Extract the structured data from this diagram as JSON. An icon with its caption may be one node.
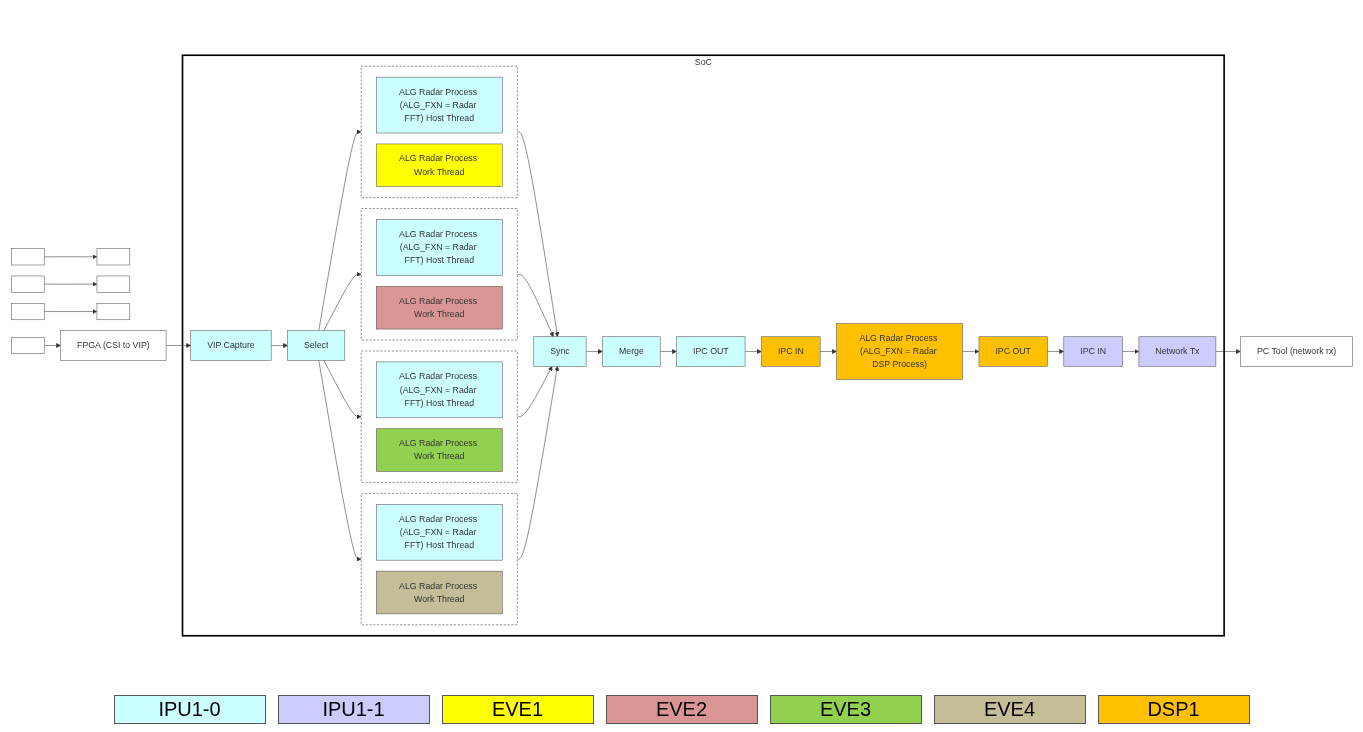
{
  "diagram": {
    "nodes": [
      {
        "text": [
          "SoC"
        ]
      },
      {
        "text": [],
        "shape": "box"
      },
      {
        "text": [],
        "shape": "box"
      },
      {
        "text": [],
        "shape": "box"
      },
      {
        "text": [],
        "shape": "box"
      },
      {
        "text": [],
        "shape": "box"
      },
      {
        "text": [],
        "shape": "box"
      },
      {
        "text": [],
        "shape": "box"
      },
      {
        "text": [
          "FPGA (CSI to VIP)"
        ]
      },
      {
        "text": [
          "VIP Capture"
        ],
        "in": 0
      },
      {
        "text": [
          "Select"
        ],
        "in": 0
      },
      {
        "text": [],
        "shape": "box",
        "in": 0
      },
      {
        "text": [
          "ALG Radar Process (ALG_FXN = Radar FFT) Host Thread"
        ],
        "in": 11
      },
      {
        "text": [
          "ALG Radar Process Work Thread"
        ],
        "in": 11
      },
      {
        "text": [],
        "shape": "box",
        "in": 0
      },
      {
        "text": [
          "ALG Radar Process (ALG_FXN = Radar FFT) Host Thread"
        ],
        "in": 14
      },
      {
        "text": [
          "ALG Radar Process Work Thread"
        ],
        "in": 14
      },
      {
        "text": [],
        "shape": "box",
        "in": 0
      },
      {
        "text": [
          "ALG Radar Process (ALG_FXN = Radar FFT) Host Thread"
        ],
        "in": 17
      },
      {
        "text": [
          "ALG Radar Process Work Thread"
        ],
        "in": 17
      },
      {
        "text": [],
        "shape": "box",
        "in": 0
      },
      {
        "text": [
          "ALG Radar Process (ALG_FXN = Radar FFT) Host Thread"
        ],
        "in": 20
      },
      {
        "text": [
          "ALG Radar Process Work Thread"
        ],
        "in": 20
      },
      {
        "text": [
          "Sync"
        ],
        "in": 0
      },
      {
        "text": [
          "Merge"
        ],
        "in": 0
      },
      {
        "text": [
          "IPC OUT"
        ],
        "in": 0
      },
      {
        "text": [
          "IPC IN"
        ],
        "in": 0
      },
      {
        "text": [
          "ALG Radar Process (ALG_FXN = Radar DSP Process)"
        ],
        "in": 0
      },
      {
        "text": [
          "IPC OUT"
        ],
        "in": 0
      },
      {
        "text": [
          "IPC IN"
        ],
        "in": 0
      },
      {
        "text": [
          "Network Tx"
        ],
        "in": 0
      },
      {
        "text": [
          "PC Tool (network rx)"
        ]
      }
    ],
    "edges": [
      {
        "from": 1,
        "to": 5,
        "arrow": "to"
      },
      {
        "from": 2,
        "to": 6,
        "arrow": "to"
      },
      {
        "from": 3,
        "to": 7,
        "arrow": "to"
      },
      {
        "from": 4,
        "to": 8,
        "arrow": "to"
      },
      {
        "from": 8,
        "to": 9,
        "arrow": "to"
      },
      {
        "from": 9,
        "to": 10,
        "arrow": "to"
      },
      {
        "from": 10,
        "to": 11,
        "arrow": "to"
      },
      {
        "from": 10,
        "to": 14,
        "arrow": "to"
      },
      {
        "from": 10,
        "to": 17,
        "arrow": "to"
      },
      {
        "from": 10,
        "to": 20,
        "arrow": "to"
      },
      {
        "from": 11,
        "to": 23,
        "arrow": "to"
      },
      {
        "from": 14,
        "to": 23,
        "arrow": "to"
      },
      {
        "from": 17,
        "to": 23,
        "arrow": "to"
      },
      {
        "from": 20,
        "to": 23,
        "arrow": "to"
      },
      {
        "from": 23,
        "to": 24,
        "arrow": "to"
      },
      {
        "from": 24,
        "to": 25,
        "arrow": "to"
      },
      {
        "from": 25,
        "to": 26,
        "arrow": "to"
      },
      {
        "from": 26,
        "to": 27,
        "arrow": "to"
      },
      {
        "from": 27,
        "to": 28,
        "arrow": "to"
      },
      {
        "from": 28,
        "to": 29,
        "arrow": "to"
      },
      {
        "from": 29,
        "to": 30,
        "arrow": "to"
      },
      {
        "from": 30,
        "to": 31,
        "arrow": "to"
      }
    ],
    "legend": [
      {
        "text": "IPU1-0",
        "color": "#ccffff"
      },
      {
        "text": "IPU1-1",
        "color": "#ccccff"
      },
      {
        "text": "EVE1",
        "color": "#ffff00"
      },
      {
        "text": "EVE2",
        "color": "#d99694"
      },
      {
        "text": "EVE3",
        "color": "#92d050"
      },
      {
        "text": "EVE4",
        "color": "#c4bd97"
      },
      {
        "text": "DSP1",
        "color": "#ffc000"
      }
    ]
  }
}
